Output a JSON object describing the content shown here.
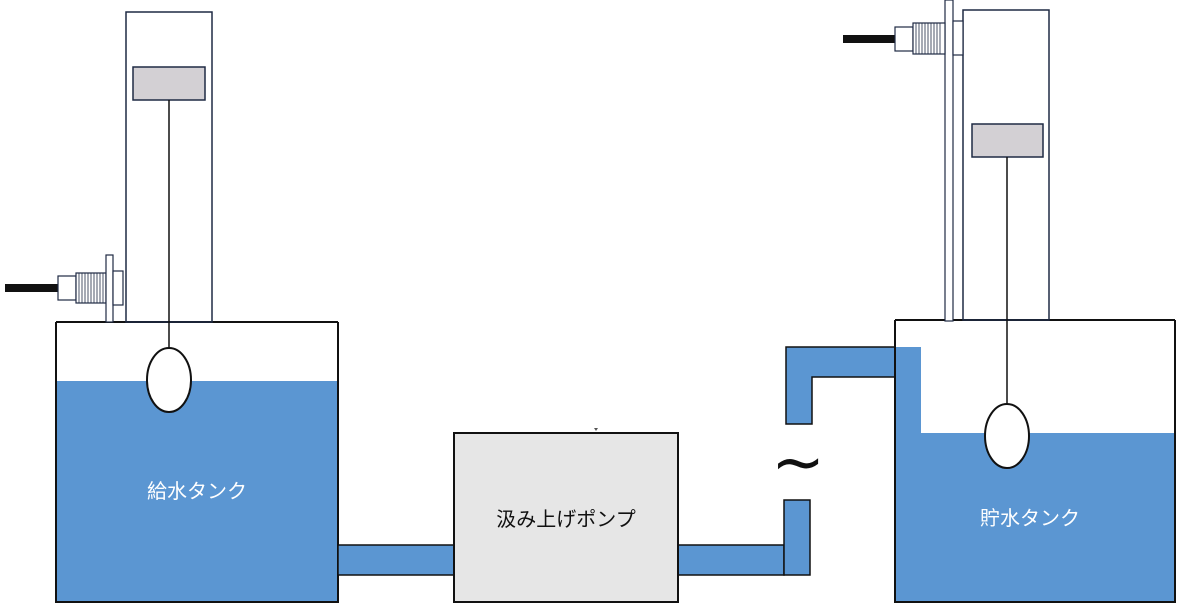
{
  "labels": {
    "supply_tank": "給水タンク",
    "pump": "汲み上げポンプ",
    "storage_tank": "貯水タンク",
    "break_mark": "~"
  },
  "colors": {
    "water": "#5b96d2",
    "float_head": "#d3d0d4",
    "pump_fill": "#e6e6e6",
    "outline": "#1f2a44",
    "cable": "#111111"
  }
}
